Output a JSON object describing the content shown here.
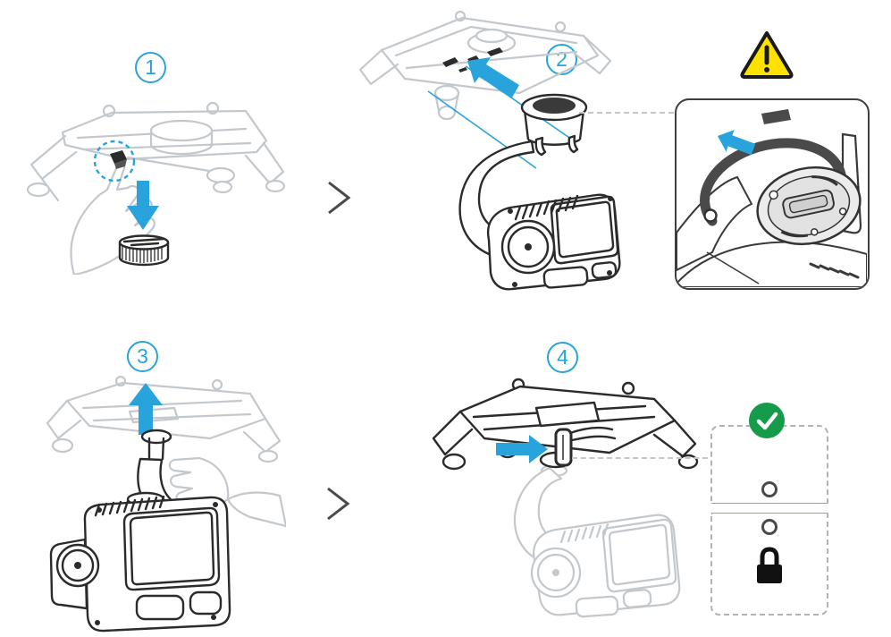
{
  "colors": {
    "accent_blue": "#29A3DC",
    "success_green": "#169B4A",
    "warning_yellow": "#FFE100",
    "line_dark": "#2B2B2B",
    "line_ghost": "#C3C8CD",
    "dash_gray": "#B3B3B3",
    "chevron_gray": "#4A4A4A"
  },
  "steps": [
    {
      "number": "1"
    },
    {
      "number": "2"
    },
    {
      "number": "3"
    },
    {
      "number": "4"
    }
  ],
  "icons": {
    "warning": "warning-triangle-icon",
    "success": "check-circle-icon",
    "lock": "padlock-icon",
    "separator": "chevron-right-icon",
    "arrows": [
      "arrow-down",
      "arrow-up-left",
      "arrow-left",
      "arrow-up",
      "arrow-right"
    ]
  }
}
